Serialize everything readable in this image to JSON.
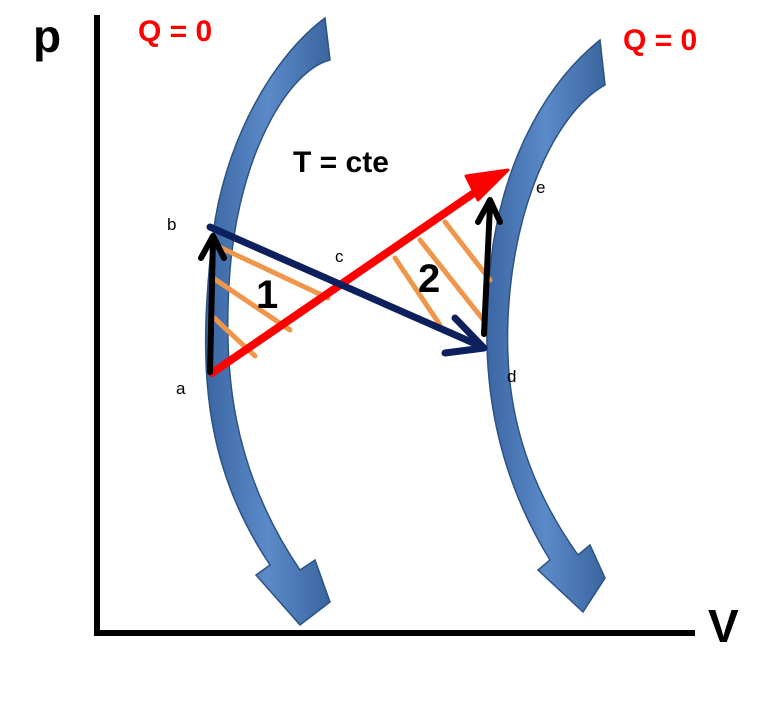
{
  "axes": {
    "y_label": "p",
    "x_label": "V"
  },
  "adiabats": {
    "left_label": "Q = 0",
    "right_label": "Q = 0"
  },
  "isotherm_label": "T = cte",
  "points": {
    "a": "a",
    "b": "b",
    "c": "c",
    "d": "d",
    "e": "e"
  },
  "regions": {
    "region_1": "1",
    "region_2": "2"
  },
  "colors": {
    "axes": "#000000",
    "adiabat": "#4a78b4",
    "adiabat_edge": "#2c5382",
    "isotherm": "#ff0000",
    "path_bd": "#0d1f5c",
    "hatch": "#f0964a",
    "q_label": "#ff0000"
  }
}
